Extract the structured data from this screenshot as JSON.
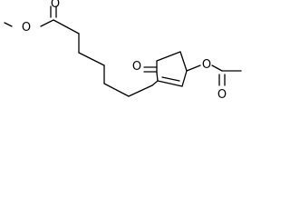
{
  "structure": {
    "atom_labels": {
      "ester_o": "O",
      "ester_carbonyl_o": "O",
      "ketone_o": "O",
      "acetate_o": "O",
      "acetate_carbonyl_o": "O"
    }
  }
}
